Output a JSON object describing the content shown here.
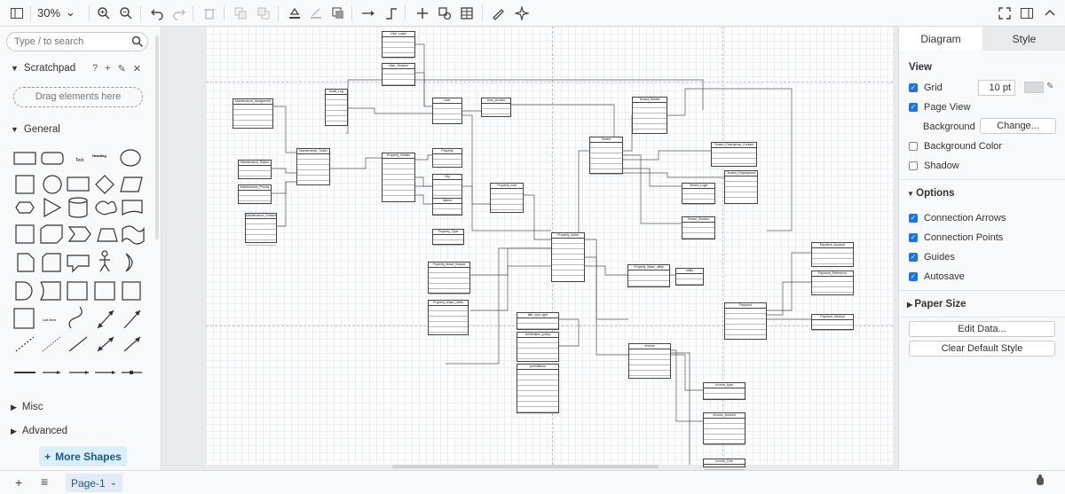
{
  "toolbar": {
    "zoom": "30%",
    "icons": [
      "sidebar-toggle-icon",
      "zoom-in-icon",
      "zoom-out-icon",
      "undo-icon",
      "redo-icon",
      "delete-icon",
      "to-front-icon",
      "to-back-icon",
      "fill-color-icon",
      "line-color-icon",
      "shadow-icon",
      "connection-icon",
      "waypoints-icon",
      "insert-icon",
      "shape-icon",
      "table-icon",
      "freehand-icon",
      "ai-icon",
      "fullscreen-icon",
      "format-panel-icon",
      "collapse-icon"
    ]
  },
  "sidebar": {
    "search_placeholder": "Type / to search",
    "scratchpad": "Scratchpad",
    "drag_hint": "Drag elements here",
    "general": "General",
    "misc": "Misc",
    "advanced": "Advanced",
    "more_shapes": "More Shapes",
    "shape_text": "Text",
    "shape_heading": "Heading",
    "shape_list": "List Item"
  },
  "panel": {
    "tab_diagram": "Diagram",
    "tab_style": "Style",
    "view": "View",
    "grid": "Grid",
    "grid_size": "10 pt",
    "page_view": "Page View",
    "background": "Background",
    "change": "Change...",
    "background_color": "Background Color",
    "shadow": "Shadow",
    "options": "Options",
    "connection_arrows": "Connection Arrows",
    "connection_points": "Connection Points",
    "guides": "Guides",
    "autosave": "Autosave",
    "paper_size": "Paper Size",
    "edit_data": "Edit Data...",
    "clear_default_style": "Clear Default Style",
    "checks": {
      "grid": true,
      "page_view": true,
      "background_color": false,
      "shadow": false,
      "connection_arrows": true,
      "connection_points": true,
      "guides": true,
      "autosave": true
    }
  },
  "bottom": {
    "page": "Page-1"
  },
  "entities": [
    "User_Login",
    "User_Session",
    "Maintenance_Assignment",
    "Audit_Log",
    "User",
    "User_Access",
    "Tenant_Details",
    "Maintenance_Ticket",
    "Property_Details",
    "Property",
    "Tenant",
    "Tenant_Emergency_Contact",
    "Maintenance_Status",
    "City",
    "Property_cost",
    "Tenant_Login",
    "Tenant_Employment",
    "Maintenance_Priority",
    "district",
    "Tenant_Session",
    "Maintenance_Content",
    "Property_Type",
    "Property_lease",
    "Payment_Account",
    "Property_lease_finance",
    "Property_lease_utility",
    "utility",
    "Payment_Reference",
    "Property_lease_notes",
    "Payment",
    "Payment_Method",
    "late_cost_type",
    "termination_policy",
    "Invoice",
    "prohibitions",
    "Invoice_type",
    "Invoice_Amount",
    "Invoice_Due"
  ]
}
